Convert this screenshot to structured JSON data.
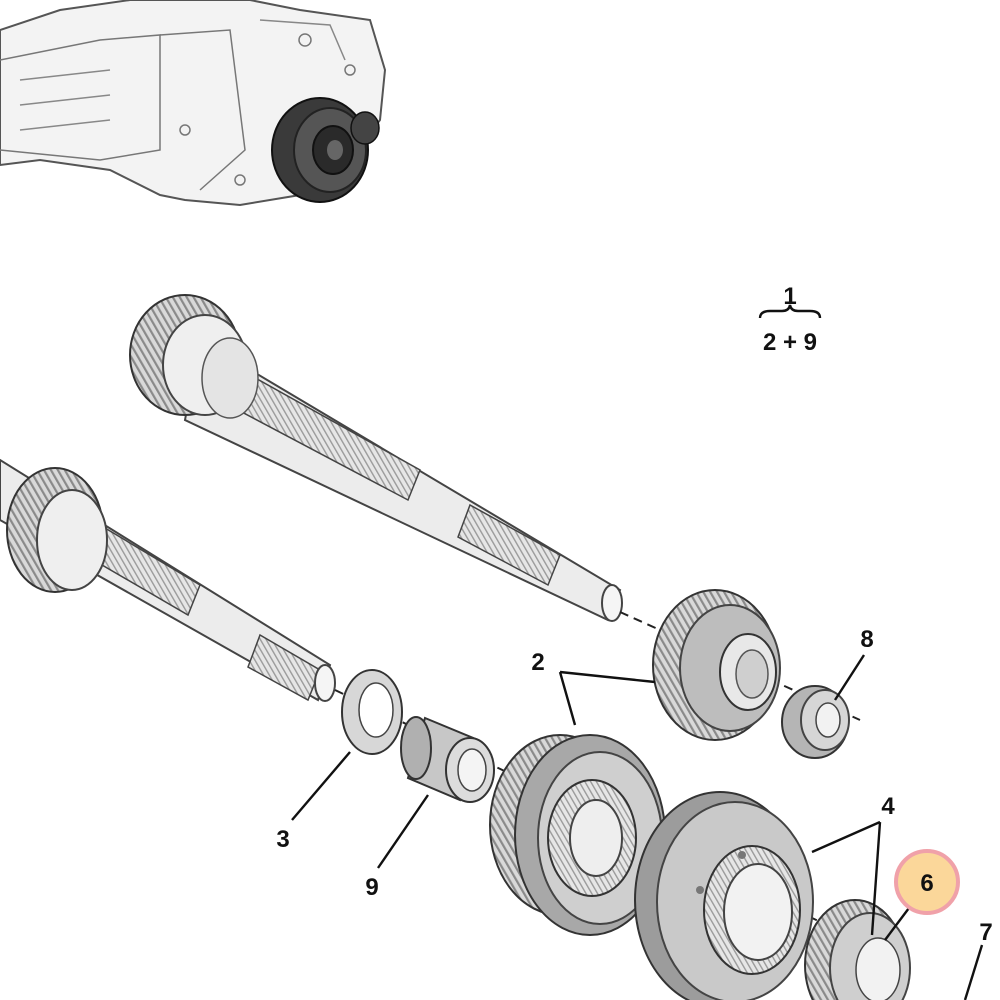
{
  "formula": {
    "top": "1",
    "bottom": "2 + 9"
  },
  "callouts": {
    "c2": "2",
    "c3": "3",
    "c4": "4",
    "c6": "6",
    "c7": "7",
    "c8": "8",
    "c9": "9"
  },
  "colors": {
    "line": "#111111",
    "part_fill": "#e3e3e3",
    "part_dark": "#9e9e9e",
    "highlight_fill": "#fbd79a",
    "highlight_ring": "#f0a1a9"
  }
}
